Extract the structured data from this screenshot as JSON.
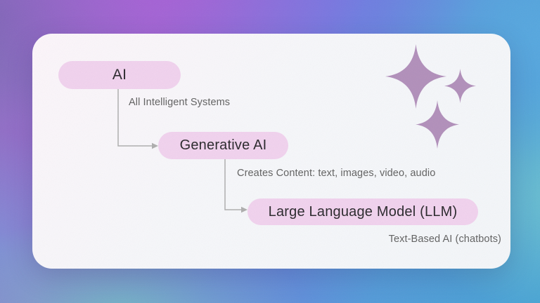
{
  "diagram": {
    "nodes": [
      {
        "id": "ai",
        "label": "AI",
        "caption": "All Intelligent Systems"
      },
      {
        "id": "generative-ai",
        "label": "Generative AI",
        "caption": "Creates Content: text, images, video, audio"
      },
      {
        "id": "llm",
        "label": "Large Language Model (LLM)",
        "caption": "Text-Based AI (chatbots)"
      }
    ],
    "connections": [
      {
        "from": "ai",
        "to": "generative-ai",
        "style": "elbow-arrow"
      },
      {
        "from": "generative-ai",
        "to": "llm",
        "style": "elbow-arrow"
      }
    ]
  },
  "decor": {
    "sparkle_icon": "sparkle-icon",
    "sparkle_count": 3
  },
  "colors": {
    "node_fill": "#f1d2ee",
    "node_text": "#2a282c",
    "caption_text": "#616161",
    "connector": "#aeaeae",
    "sparkle": "#b18fba",
    "card_background": "#f6f7fa",
    "background_purple": "#8a6fc0",
    "background_violet": "#9a6ad0",
    "background_blue": "#539bd9",
    "background_teal": "#6fbec2"
  }
}
